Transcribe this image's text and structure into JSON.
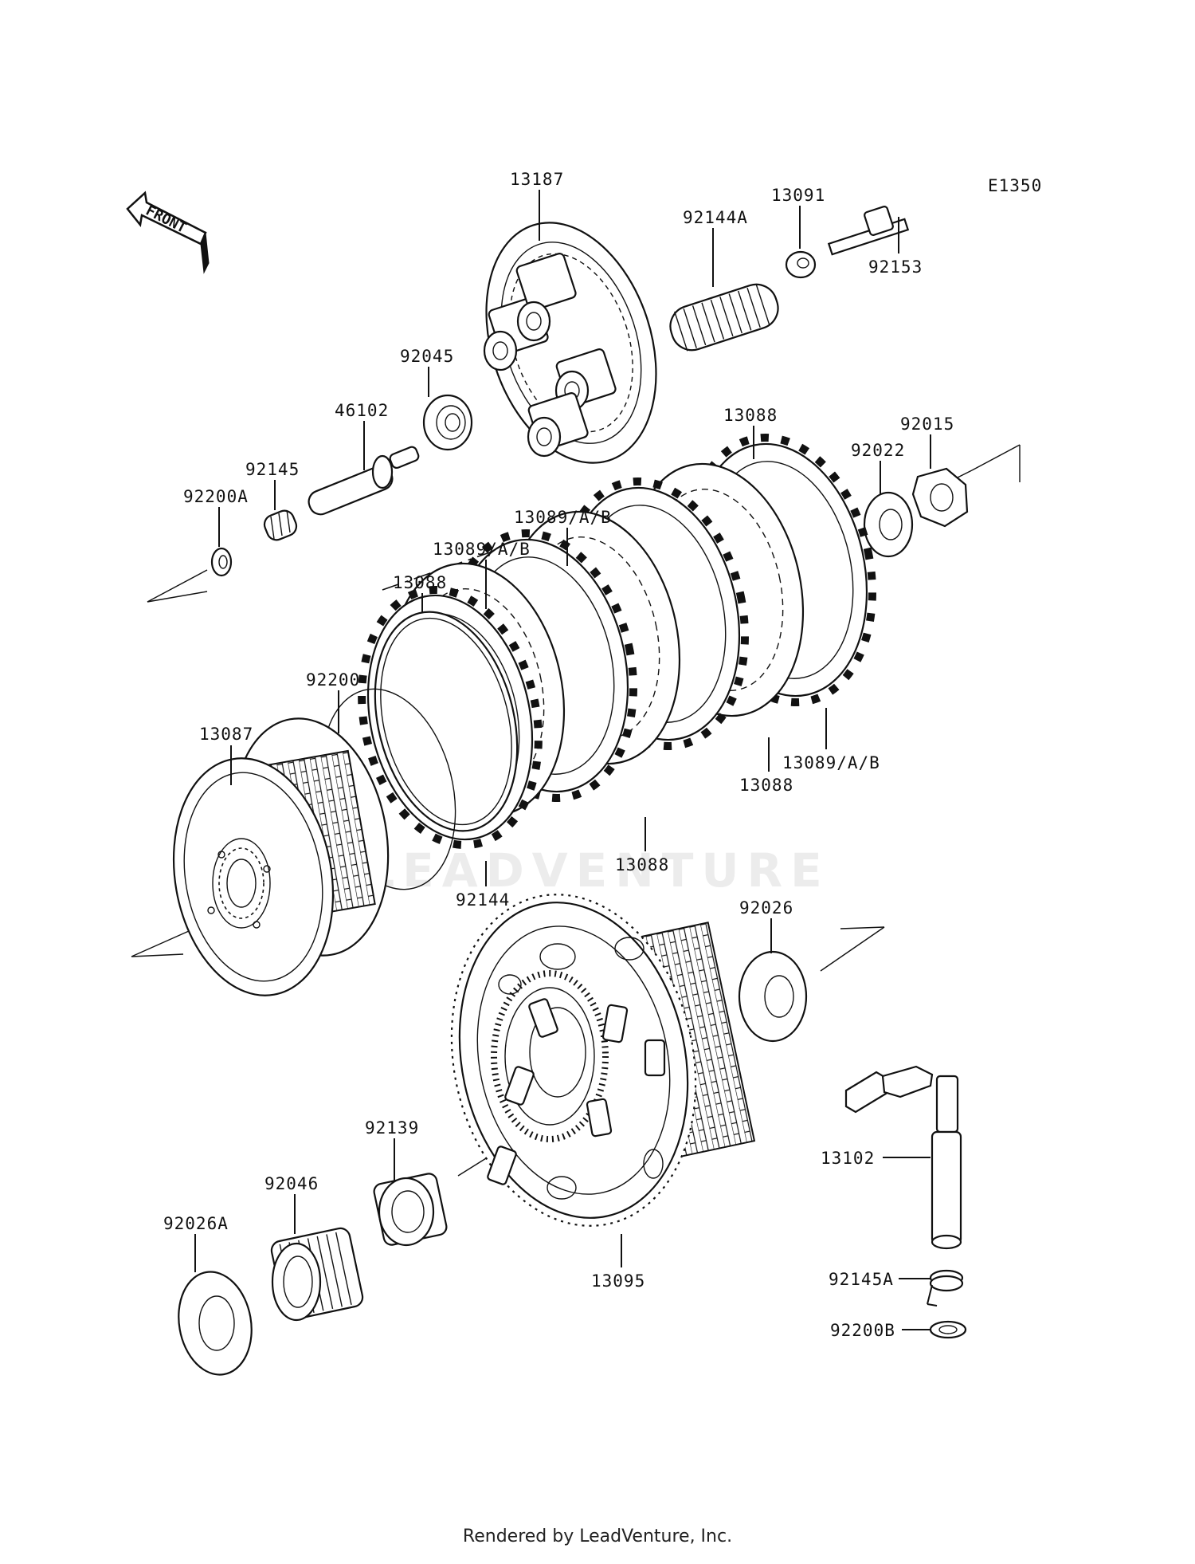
{
  "diagram_code": "E1350",
  "front_arrow_text": "FRONT",
  "watermark": "LEADVENTURE",
  "footer": "Rendered by LeadVenture, Inc.",
  "labels": {
    "p13187": "13187",
    "p13091": "13091",
    "p92144A": "92144A",
    "p92153": "92153",
    "p92045": "92045",
    "p46102": "46102",
    "p92145": "92145",
    "p92200A": "92200A",
    "p13088_top": "13088",
    "p92022": "92022",
    "p92015": "92015",
    "p13089_top": "13089/A/B",
    "p13089_mid": "13089/A/B",
    "p13088_left": "13088",
    "p92200": "92200",
    "p13087": "13087",
    "p13089_right": "13089/A/B",
    "p13088_right": "13088",
    "p13088_bottom": "13088",
    "p92144": "92144",
    "p92026": "92026",
    "p92139": "92139",
    "p92046": "92046",
    "p92026A": "92026A",
    "p13095": "13095",
    "p13102": "13102",
    "p92145A": "92145A",
    "p92200B": "92200B"
  }
}
